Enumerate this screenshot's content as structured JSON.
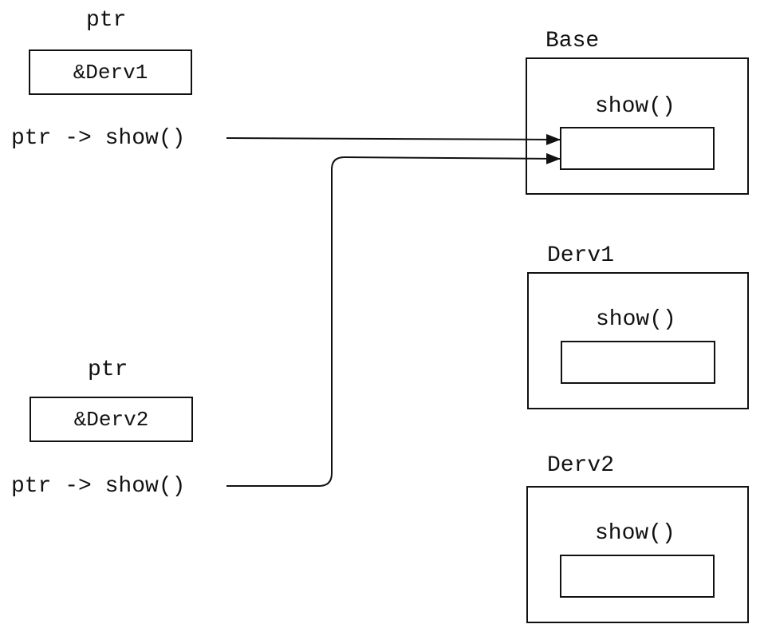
{
  "pointers": [
    {
      "name": "ptr",
      "value": "&Derv1",
      "call": "ptr -> show()"
    },
    {
      "name": "ptr",
      "value": "&Derv2",
      "call": "ptr -> show()"
    }
  ],
  "classes": [
    {
      "name": "Base",
      "method": "show()"
    },
    {
      "name": "Derv1",
      "method": "show()"
    },
    {
      "name": "Derv2",
      "method": "show()"
    }
  ],
  "colors": {
    "ink": "#111111",
    "background": "#ffffff"
  }
}
